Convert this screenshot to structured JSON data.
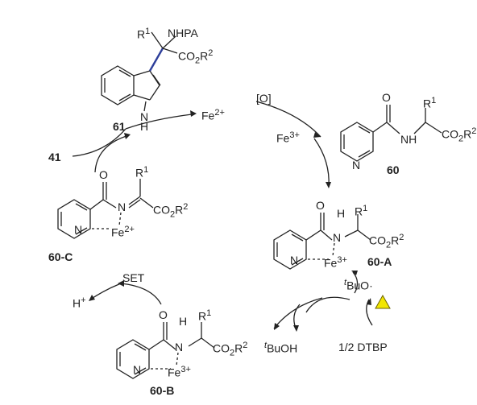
{
  "compounds": {
    "c61": "61",
    "c41": "41",
    "c60": "60",
    "c60A": "60-A",
    "c60B": "60-B",
    "c60C": "60-C"
  },
  "species": {
    "fe2": "Fe",
    "fe2_charge": "2+",
    "fe3": "Fe",
    "fe3_charge": "3+",
    "oxidant": "[O]",
    "tBuO_prefix": "t",
    "tBuO": "BuO·",
    "tBuOH_prefix": "t",
    "tBuOH": "BuOH",
    "dtbp": "1/2 DTBP",
    "h_plus": "H",
    "h_plus_charge": "+",
    "set": "SET"
  },
  "atoms": {
    "R": "R",
    "one": "1",
    "two": "2",
    "NHPA": "NHPA",
    "CO": "CO",
    "O": "O",
    "N": "N",
    "H": "H",
    "Fe": "Fe"
  },
  "colors": {
    "bond": "#222222",
    "highlight_bond": "#2d3e9a",
    "heat_triangle": "#f2e600"
  }
}
